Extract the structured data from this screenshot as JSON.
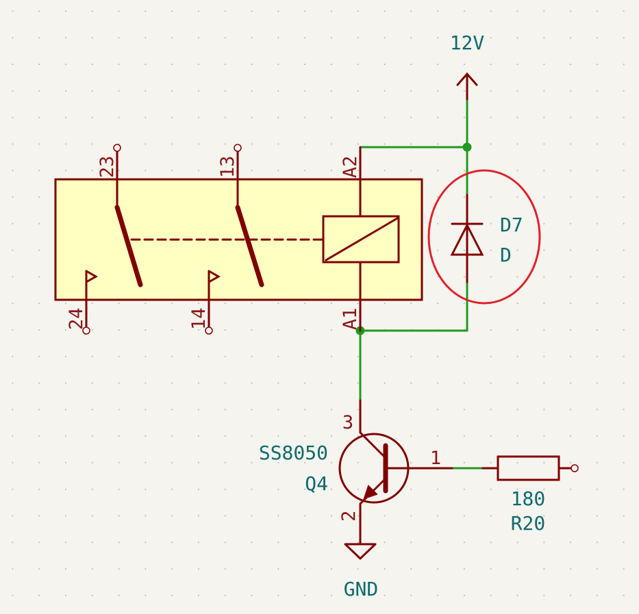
{
  "power": {
    "supply_net": "12V",
    "ground_net": "GND"
  },
  "relay": {
    "pins": {
      "c1": "23",
      "c2": "13",
      "no1": "24",
      "no2": "14",
      "coil_a2": "A2",
      "coil_a1": "A1"
    }
  },
  "diode": {
    "ref": "D7",
    "value": "D"
  },
  "transistor": {
    "value": "SS8050",
    "ref": "Q4",
    "pin_collector": "3",
    "pin_emitter": "2",
    "pin_base": "1"
  },
  "resistor": {
    "value": "180",
    "ref": "R20"
  },
  "colors": {
    "wire": "#1f9a1f",
    "symbol": "#800000",
    "body_fill": "#ffffc2",
    "label_text": "#0e6b6b",
    "pin_text": "#8a1515",
    "highlight": "#e0212b",
    "background": "#f5f4ef"
  }
}
